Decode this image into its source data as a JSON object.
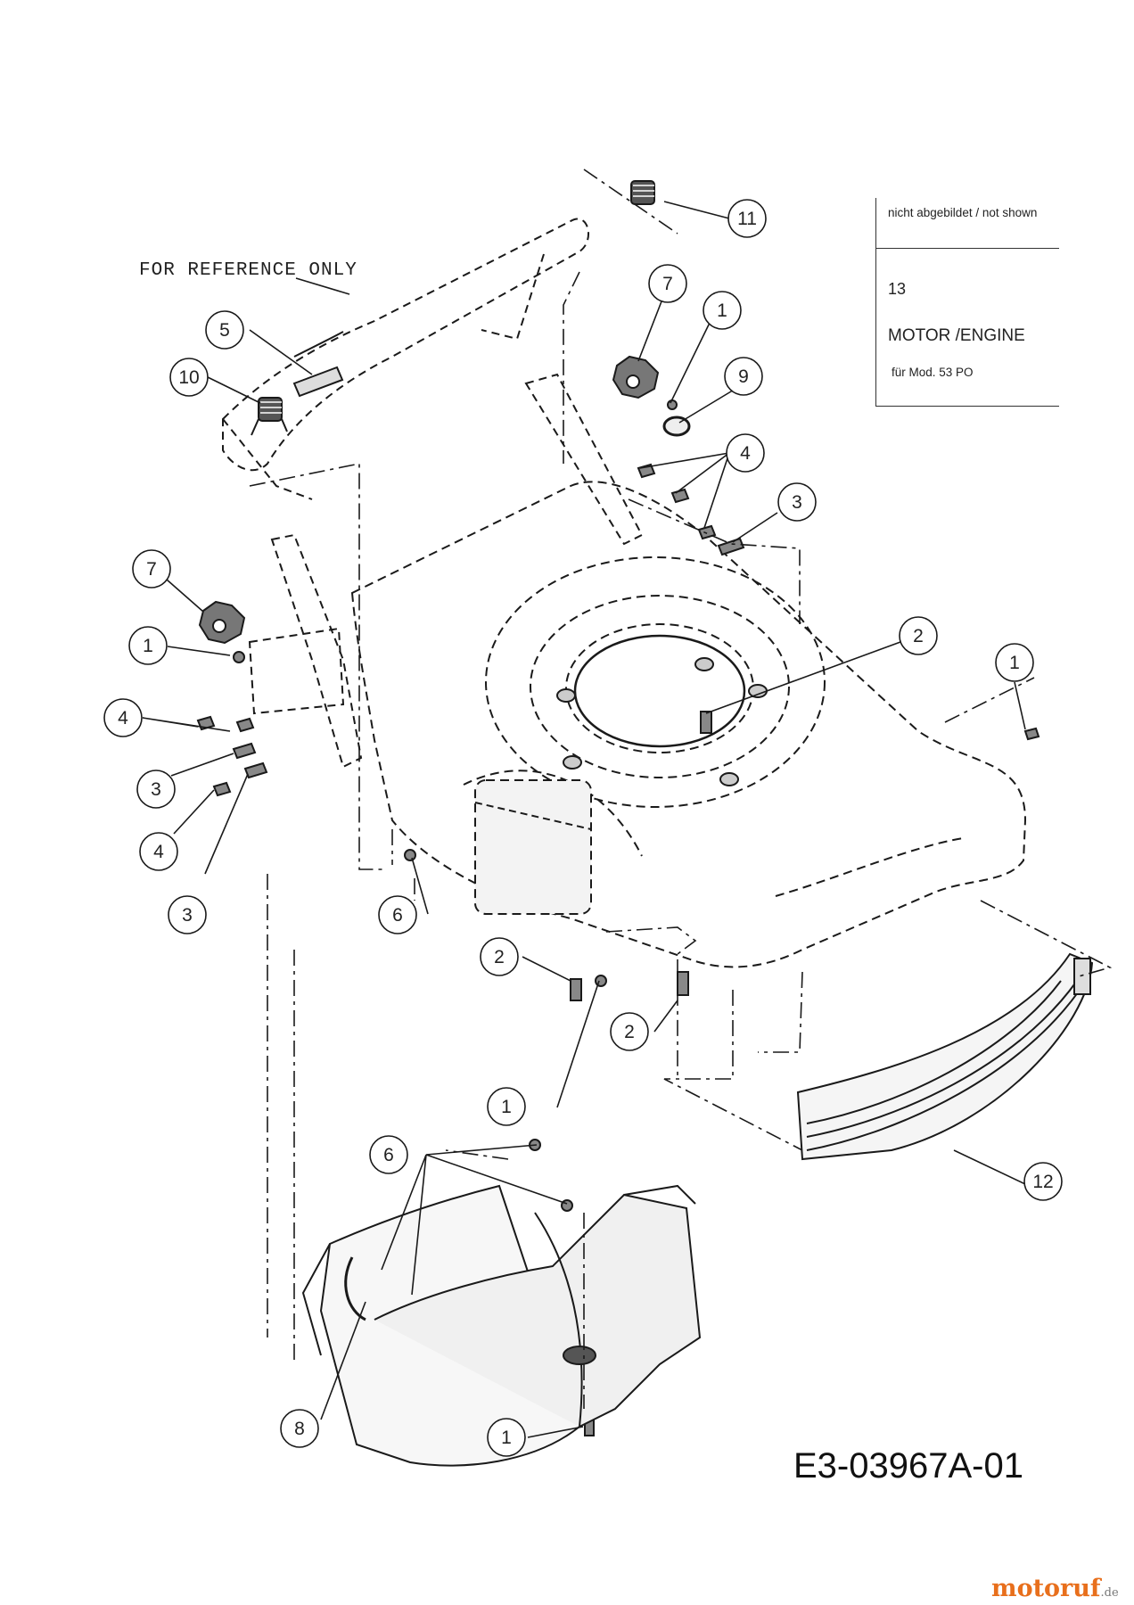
{
  "reference_note": "FOR REFERENCE ONLY",
  "info_box": {
    "not_shown_label": "nicht abgebildet / not shown",
    "part_number": "13",
    "part_name": "MOTOR /ENGINE",
    "model_note": "für Mod. 53 PO"
  },
  "drawing_number": "E3-03967A-01",
  "watermark": {
    "brand": "motoruf",
    "tld": ".de",
    "color": "#e86f1c"
  },
  "callouts": [
    "11",
    "7",
    "1",
    "9",
    "4",
    "3",
    "5",
    "10",
    "7",
    "1",
    "4",
    "3",
    "2",
    "1",
    "4",
    "3",
    "6",
    "2",
    "2",
    "1",
    "6",
    "12",
    "8",
    "1"
  ],
  "line_color": "#1a1a1a"
}
